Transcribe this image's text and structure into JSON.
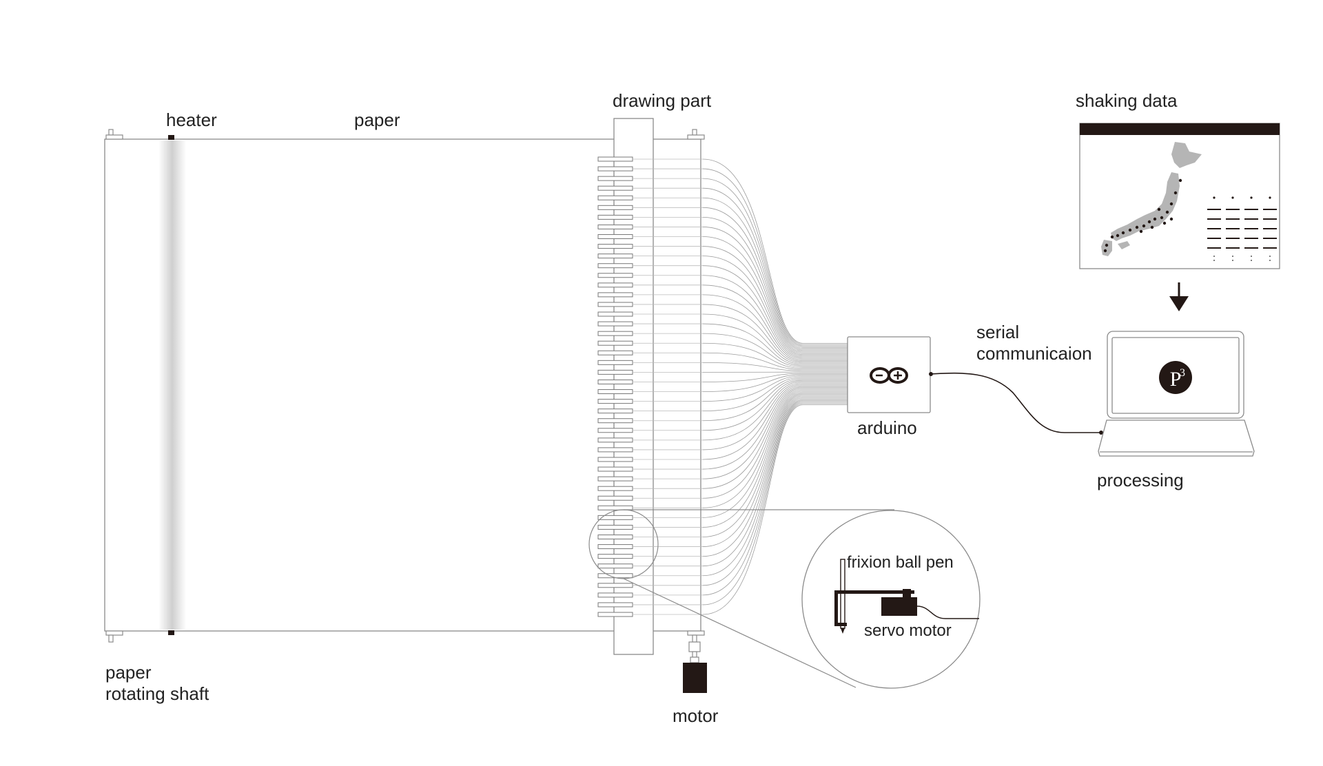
{
  "labels": {
    "heater": "heater",
    "paper": "paper",
    "drawing_part": "drawing part",
    "shaking_data": "shaking data",
    "serial_line1": "serial",
    "serial_line2": "communicaion",
    "arduino": "arduino",
    "processing": "processing",
    "paper_shaft_line1": "paper",
    "paper_shaft_line2": "rotating shaft",
    "motor": "motor",
    "frixion_ball_pen": "frixion ball pen",
    "servo_motor": "servo motor"
  },
  "icons": {
    "arduino_logo": "arduino-logo-icon",
    "processing_logo": "processing-logo-icon",
    "japan_map": "japan-map-icon",
    "arrow": "arrow-down-icon"
  },
  "colors": {
    "line": "#8a8a8a",
    "dark": "#231815",
    "map_fill": "#b5b5b5",
    "heater_glow": "#cfcfcf"
  }
}
